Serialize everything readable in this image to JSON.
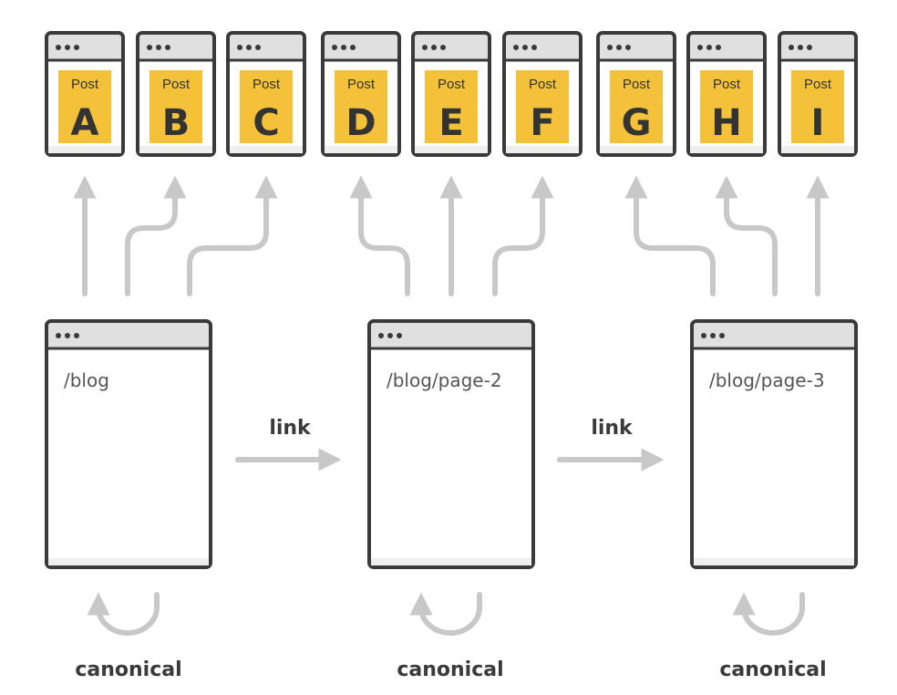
{
  "posts": [
    {
      "word": "Post",
      "letter": "A"
    },
    {
      "word": "Post",
      "letter": "B"
    },
    {
      "word": "Post",
      "letter": "C"
    },
    {
      "word": "Post",
      "letter": "D"
    },
    {
      "word": "Post",
      "letter": "E"
    },
    {
      "word": "Post",
      "letter": "F"
    },
    {
      "word": "Post",
      "letter": "G"
    },
    {
      "word": "Post",
      "letter": "H"
    },
    {
      "word": "Post",
      "letter": "I"
    }
  ],
  "pages": [
    {
      "path": "/blog",
      "canonical": "canonical"
    },
    {
      "path": "/blog/page-2",
      "canonical": "canonical"
    },
    {
      "path": "/blog/page-3",
      "canonical": "canonical"
    }
  ],
  "links": [
    {
      "label": "link"
    },
    {
      "label": "link"
    }
  ],
  "colors": {
    "frame": "#3a3a3a",
    "titlebar": "#e0e0e0",
    "post_highlight": "#f3c23a",
    "arrow": "#c8c8c8"
  }
}
